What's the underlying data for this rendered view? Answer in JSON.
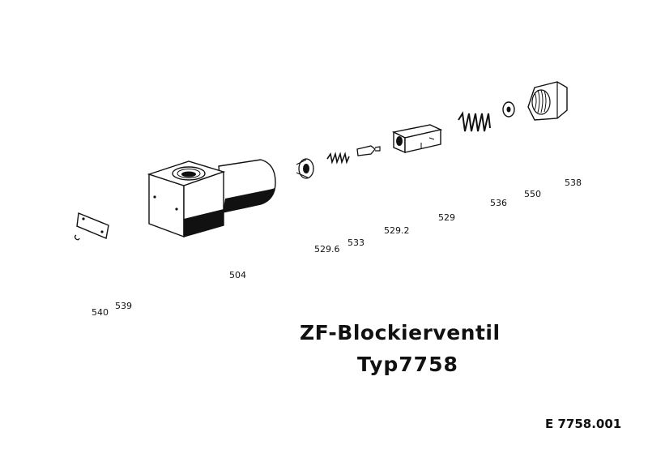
{
  "title": {
    "main": "ZF-Blockierventil",
    "sub": "Typ7758"
  },
  "document_code": "E 7758.001",
  "part_labels": [
    {
      "id": "504",
      "text": "504"
    },
    {
      "id": "539",
      "text": "539"
    },
    {
      "id": "540",
      "text": "540"
    },
    {
      "id": "529-6",
      "text": "529.6"
    },
    {
      "id": "533",
      "text": "533"
    },
    {
      "id": "529-2",
      "text": "529.2"
    },
    {
      "id": "529",
      "text": "529"
    },
    {
      "id": "536",
      "text": "536"
    },
    {
      "id": "550",
      "text": "550"
    },
    {
      "id": "538",
      "text": "538"
    }
  ]
}
